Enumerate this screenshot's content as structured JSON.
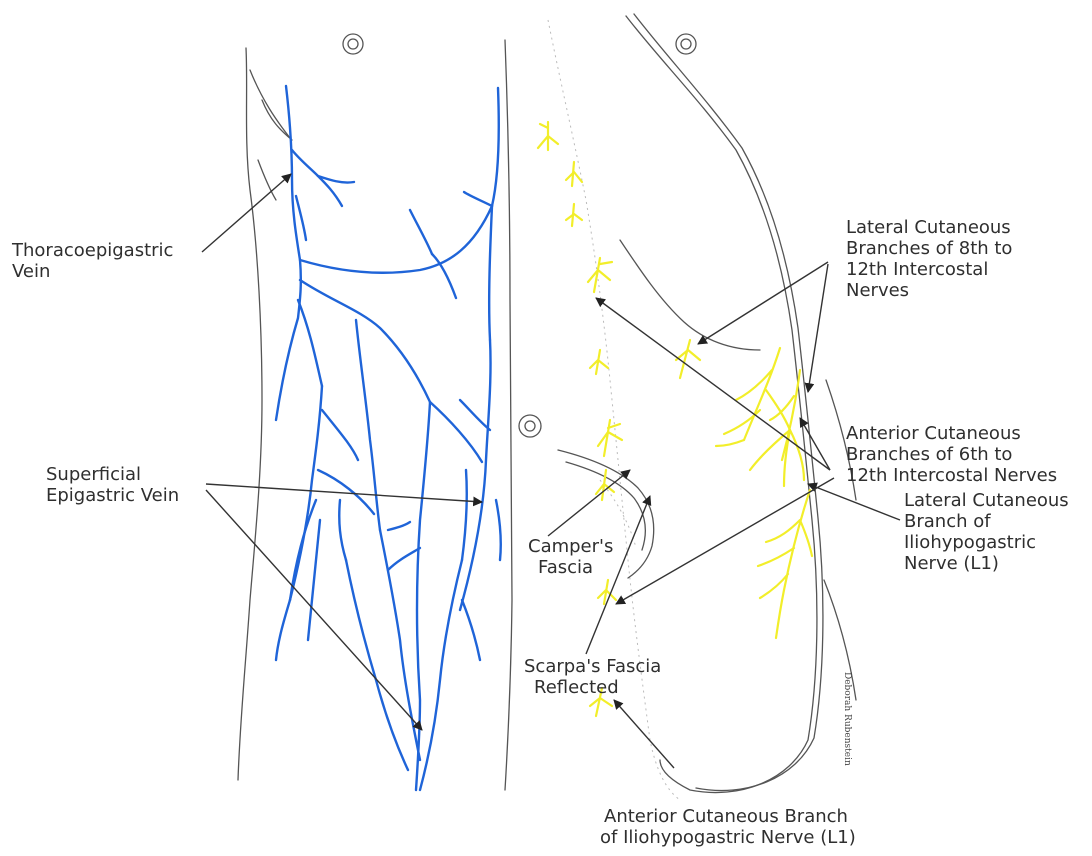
{
  "labels": {
    "thoracoepigastric": [
      "Thoracoepigastric",
      "Vein"
    ],
    "superficial_epigastric": [
      "Superficial",
      "Epigastric Vein"
    ],
    "lateral_cutaneous_8_12": [
      "Lateral Cutaneous",
      "Branches of 8th to",
      "12th Intercostal",
      "Nerves"
    ],
    "anterior_cutaneous_6_12": [
      "Anterior Cutaneous",
      "Branches of 6th to",
      "12th Intercostal Nerves"
    ],
    "lateral_cutaneous_iliohypogastric": [
      "Lateral Cutaneous",
      "Branch of",
      "Iliohypogastric",
      "Nerve (L1)"
    ],
    "campers_fascia": [
      "Camper's",
      "Fascia"
    ],
    "scarpas_fascia": [
      "Scarpa's Fascia",
      "Reflected"
    ],
    "anterior_cutaneous_iliohypogastric": [
      "Anterior Cutaneous Branch",
      "of Iliohypogastric Nerve (L1)"
    ]
  },
  "signature": "Deborah Rubenstein",
  "colors": {
    "vein": "#1f64d8",
    "nerve": "#f2ee2a",
    "outline": "#555555",
    "label_text": "#2f2f2f"
  }
}
